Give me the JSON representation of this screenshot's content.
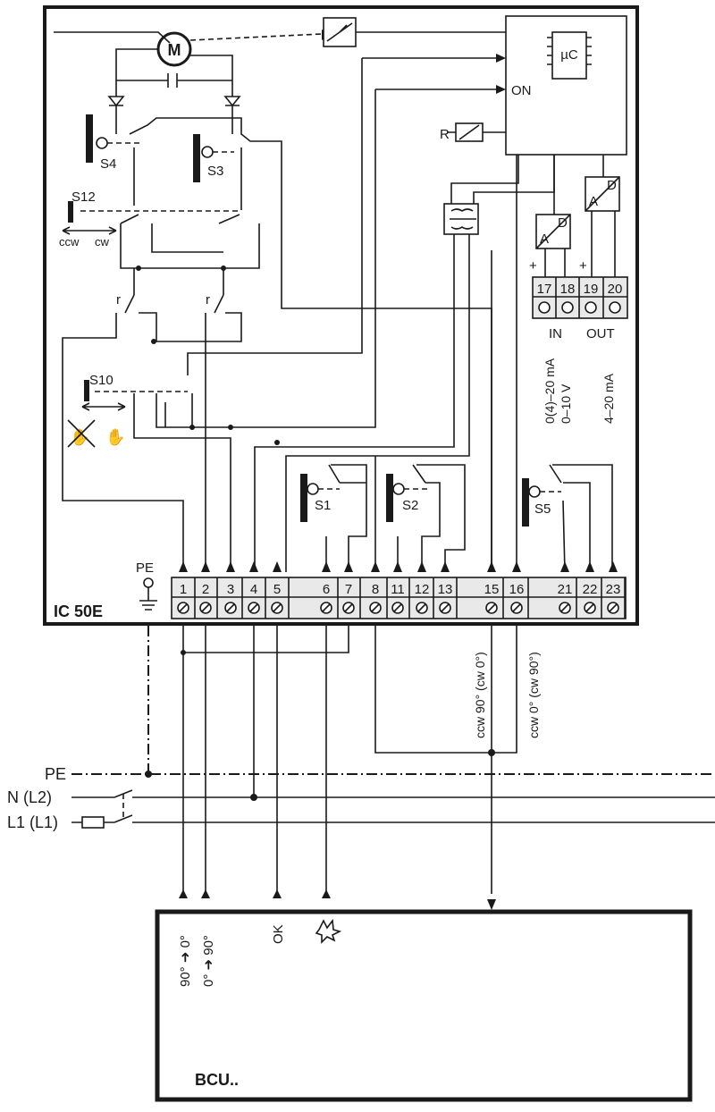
{
  "device": {
    "name": "IC 50E",
    "pe_label": "PE",
    "motor_label": "M",
    "uc_label": "µC",
    "on_label": "ON",
    "relay_label": "R",
    "switch_labels": {
      "s1": "S1",
      "s2": "S2",
      "s3": "S3",
      "s4": "S4",
      "s5": "S5",
      "s10": "S10",
      "s12": "S12"
    },
    "direction_ccw": "ccw",
    "direction_cw": "cw",
    "contact_r": "r",
    "converter_a": "A",
    "converter_d": "D",
    "plus": "+"
  },
  "analog_terminals": [
    "17",
    "18",
    "19",
    "20"
  ],
  "analog_in_label": "IN",
  "analog_out_label": "OUT",
  "analog_in_spec": [
    "0(4)–20 mA",
    "0–10 V"
  ],
  "analog_out_spec": "4–20 mA",
  "main_terminals": [
    "1",
    "2",
    "3",
    "4",
    "5",
    "6",
    "7",
    "8",
    "11",
    "12",
    "13",
    "15",
    "16",
    "21",
    "22",
    "23"
  ],
  "wire_labels": {
    "t15": "ccw 90° (cw 0°)",
    "t16": "ccw 0° (cw 90°)"
  },
  "supply": {
    "pe": "PE",
    "n": "N  (L2)",
    "l1": "L1  (L1)"
  },
  "bcu": {
    "name": "BCU..",
    "inputs": [
      "90° ➜ 0°",
      "0° ➜ 90°",
      "OK"
    ]
  }
}
